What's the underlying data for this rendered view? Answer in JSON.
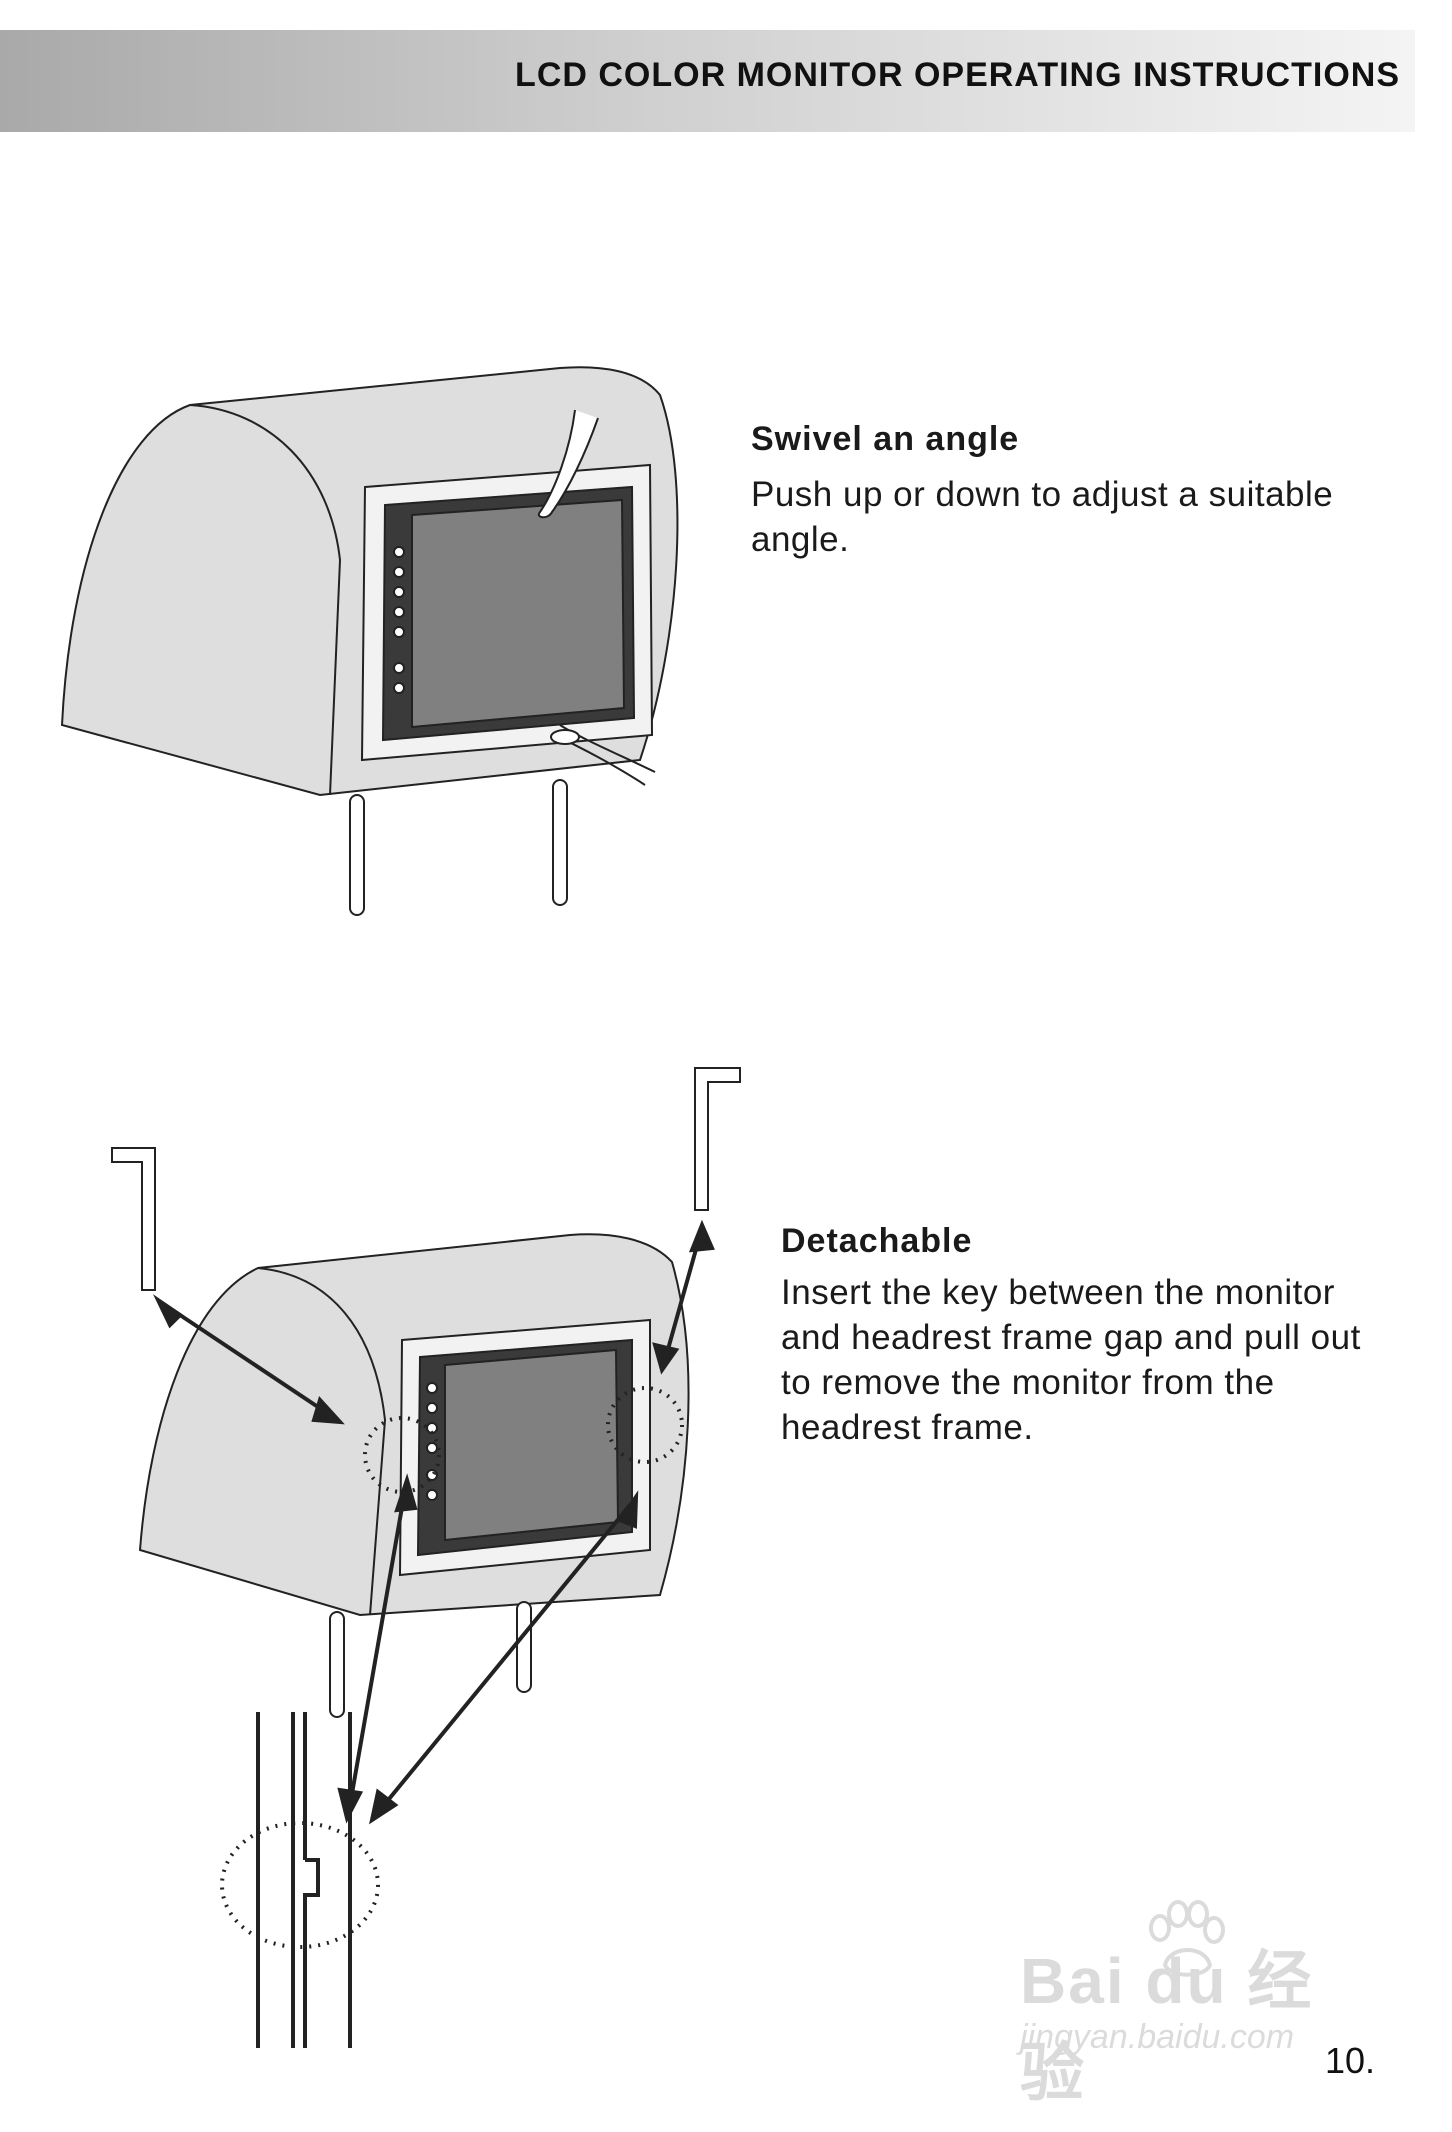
{
  "header": {
    "title": "LCD COLOR MONITOR OPERATING INSTRUCTIONS"
  },
  "sections": [
    {
      "heading": "Swivel an angle",
      "body": "Push up or down to adjust a suitable angle."
    },
    {
      "heading": "Detachable",
      "body": "Insert the key between the monitor and headrest frame gap and pull out to remove the monitor from the headrest frame."
    }
  ],
  "watermark": {
    "logo": "Bai du 经验",
    "url": "jingyan.baidu.com"
  },
  "page_number": "10.",
  "colors": {
    "headrest": "#dedede",
    "screen": "#808080",
    "frame": "#f2f2f2",
    "line": "#222222"
  }
}
